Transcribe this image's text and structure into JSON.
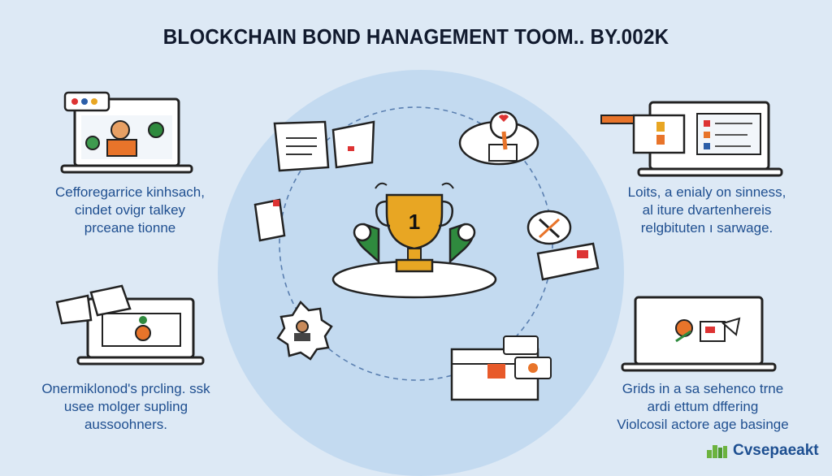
{
  "title": "BLOCKCHAIN BOND HANAGEMENT TOOM.. BY.002K",
  "center": {
    "badge_number": "1"
  },
  "captions": {
    "top_left": [
      "Cefforegarrice kinhsach,",
      "cindet ovigr talkey",
      "prceane tionne"
    ],
    "top_right": [
      "Loits, a enialy on sinness,",
      "al iture dvartenhereis",
      "relgbituten ı sarwage."
    ],
    "bottom_left": [
      "Onermiklonod's prcling. ssk",
      "usee molger supling",
      "aussoohners."
    ],
    "bottom_right": [
      "Grids in a sa sehenco trne",
      "ardi ettum dffering",
      "Violcosil actore age basinge"
    ]
  },
  "logo": {
    "text": "Cvsepaeakt"
  },
  "colors": {
    "background": "#dde9f5",
    "circle": "#c3daf0",
    "text": "#1f4f90",
    "trophy": "#e8a623",
    "green": "#2f8a3e",
    "accent_orange": "#e8742a"
  }
}
